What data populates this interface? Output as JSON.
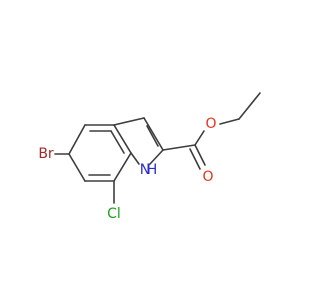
{
  "molecule": {
    "atoms": {
      "br": {
        "symbol": "Br",
        "color": "#a62929"
      },
      "cl": {
        "symbol": "Cl",
        "color": "#1fa01f"
      },
      "nh": {
        "symbol": "H",
        "color": "#2c2ccf"
      },
      "n": {
        "symbol": "N",
        "color": "#2c2ccf"
      },
      "o_ether": {
        "symbol": "O",
        "color": "#e8321e"
      },
      "o_carbonyl": {
        "symbol": "O",
        "color": "#e8321e"
      }
    },
    "bond_color": "#3d3d3d"
  }
}
